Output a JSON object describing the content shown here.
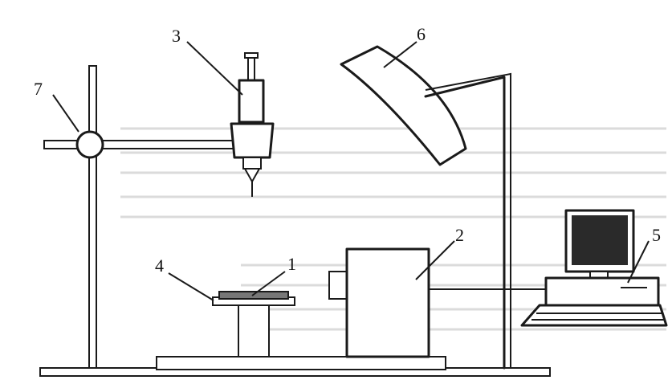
{
  "diagram": {
    "labels": {
      "sample": "1",
      "camera": "2",
      "syringe": "3",
      "sample_stage": "4",
      "computer": "5",
      "light_source": "6",
      "clamp_joint": "7"
    }
  }
}
